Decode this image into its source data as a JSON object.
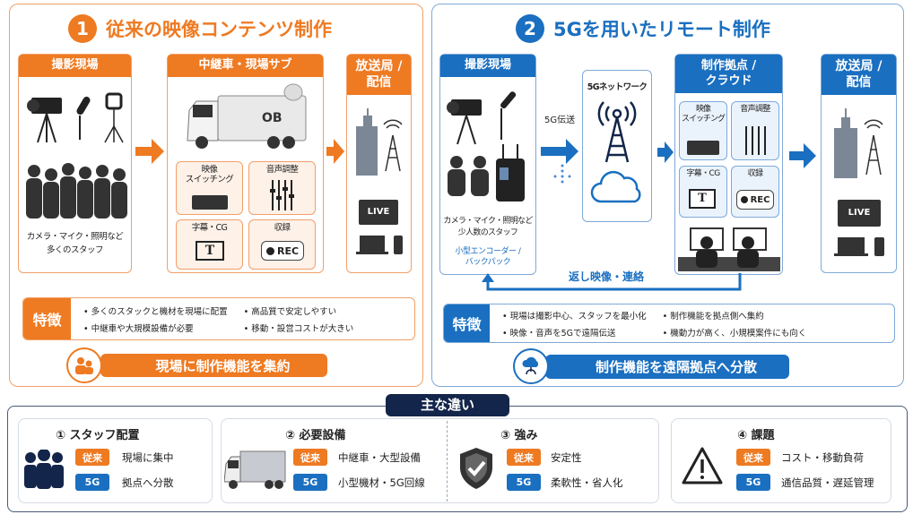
{
  "colors": {
    "traditional": "#ee7a22",
    "remote": "#1a6fc0",
    "navy": "#13254a"
  },
  "left": {
    "number": "1",
    "title": "従来の映像コンテンツ制作",
    "site": {
      "header": "撮影現場",
      "caption": "カメラ・マイク・照明など\n多くのスタッフ"
    },
    "ob": {
      "header": "中継車・現場サブ",
      "truck_label": "OB",
      "functions": [
        "映像\nスイッチング",
        "音声調整",
        "字幕・CG",
        "収録"
      ],
      "rec_label": "REC",
      "t_label": "T"
    },
    "broadcast": {
      "header": "放送局 /\n配信",
      "live_label": "LIVE"
    },
    "features": {
      "label": "特徴",
      "items": [
        "多くのスタックと機材を現場に配置",
        "高品質で安定しやすい",
        "中継車や大規模設備が必要",
        "移動・設営コストが大きい"
      ]
    },
    "summary": "現場に制作機能を集約"
  },
  "right": {
    "number": "2",
    "title": "5Gを用いたリモート制作",
    "site": {
      "header": "撮影現場",
      "caption": "カメラ・マイク・照明など\n少人数のスタッフ",
      "encoder": "小型エンコーダー /\nバックパック"
    },
    "transmission": "5G伝送",
    "network": "5Gネットワーク",
    "hub": {
      "header": "制作拠点 /\nクラウド",
      "functions": [
        "映像\nスイッチング",
        "音声調整",
        "字幕・CG",
        "収録"
      ],
      "rec_label": "REC",
      "t_label": "T"
    },
    "broadcast": {
      "header": "放送局 /\n配信",
      "live_label": "LIVE"
    },
    "return_feed": "返し映像・連絡",
    "features": {
      "label": "特徴",
      "items": [
        "現場は撮影中心、スタッフを最小化",
        "制作機能を拠点側へ集約",
        "映像・音声を5Gで遠隔伝送",
        "機動力が高く、小規模案件にも向く"
      ]
    },
    "summary": "制作機能を遠隔拠点へ分散"
  },
  "differences": {
    "title": "主な違い",
    "tag_traditional": "従来",
    "tag_5g": "5G",
    "cards": [
      {
        "title": "① スタッフ配置",
        "icon": "people-icon",
        "traditional": "現場に集中",
        "fiveg": "拠点へ分散"
      },
      {
        "title": "② 必要設備",
        "icon": "truck-icon",
        "traditional": "中継車・大型設備",
        "fiveg": "小型機材・5G回線"
      },
      {
        "title": "③ 強み",
        "icon": "shield-check-icon",
        "traditional": "安定性",
        "fiveg": "柔軟性・省人化"
      },
      {
        "title": "④ 課題",
        "icon": "warning-icon",
        "traditional": "コスト・移動負荷",
        "fiveg": "通信品質・遅延管理"
      }
    ]
  }
}
